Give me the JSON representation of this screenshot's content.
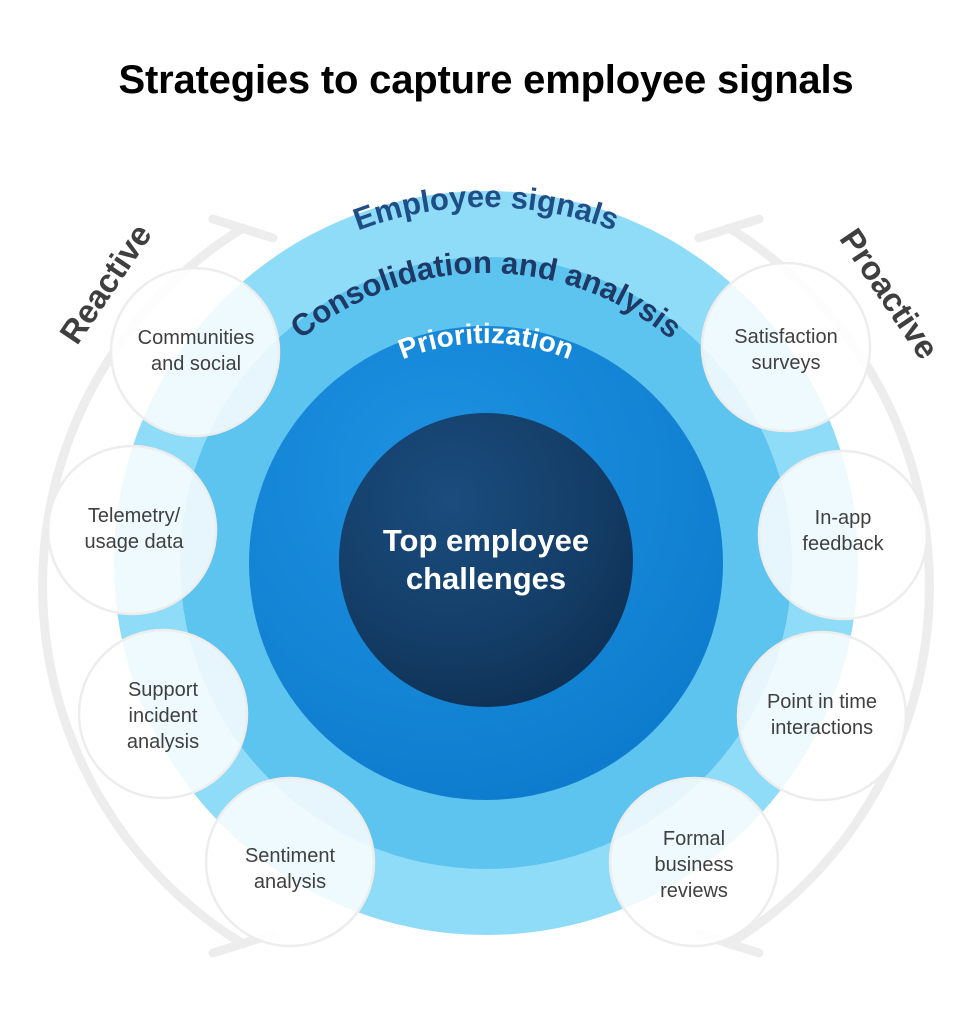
{
  "title": "Strategies to capture employee signals",
  "center": {
    "line1": "Top employee",
    "line2": "challenges",
    "color": "#123A63"
  },
  "rings": [
    {
      "name": "Employee signals",
      "label": "Employee signals",
      "fill": "#8FDCF8",
      "text_color": "#1F4E87"
    },
    {
      "name": "Consolidation and analysis",
      "label": "Consolidation and analysis",
      "fill": "#5CC4EF",
      "text_color": "#1F3864"
    },
    {
      "name": "Prioritization",
      "label": "Prioritization",
      "fill": "#1287D8",
      "text_color": "#FFFFFF"
    }
  ],
  "side_labels": {
    "left": "Reactive",
    "right": "Proactive",
    "color": "#3F3F3F"
  },
  "bubbles": {
    "left": [
      {
        "id": "communities-and-social",
        "lines": [
          "Communities",
          "and social"
        ]
      },
      {
        "id": "telemetry-usage-data",
        "lines": [
          "Telemetry/",
          "usage data"
        ]
      },
      {
        "id": "support-incident-analysis",
        "lines": [
          "Support",
          "incident",
          "analysis"
        ]
      },
      {
        "id": "sentiment-analysis",
        "lines": [
          "Sentiment",
          "analysis"
        ]
      }
    ],
    "right": [
      {
        "id": "satisfaction-surveys",
        "lines": [
          "Satisfaction",
          "surveys"
        ]
      },
      {
        "id": "in-app-feedback",
        "lines": [
          "In-app",
          "feedback"
        ]
      },
      {
        "id": "point-in-time-interactions",
        "lines": [
          "Point in time",
          "interactions"
        ]
      },
      {
        "id": "formal-business-reviews",
        "lines": [
          "Formal",
          "business",
          "reviews"
        ]
      }
    ]
  },
  "colors": {
    "background": "#FFFFFF",
    "bubble_fill": "rgba(255,255,255,0.84)",
    "bubble_stroke": "#EDEDED",
    "bracket": "#EDEDED"
  }
}
